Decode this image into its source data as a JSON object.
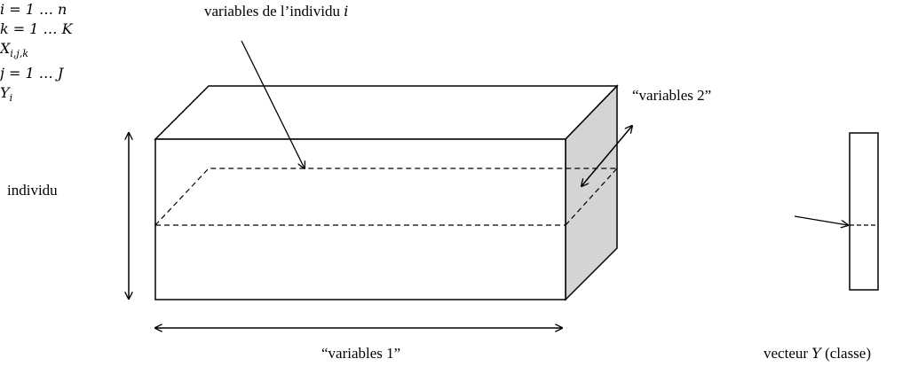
{
  "top_label": {
    "text": "variables de l’individu",
    "var": "i"
  },
  "individu": {
    "word": "individu",
    "range": "i = 1 … n"
  },
  "variables1": {
    "title": "“variables 1”",
    "range": "j = 1 … J"
  },
  "variables2": {
    "title": "“variables 2”",
    "range": "k = 1 … K"
  },
  "tensor": {
    "symbol": "X",
    "subscript": "i,j,k"
  },
  "vector": {
    "symbol": "Y",
    "subscript": "i",
    "caption_prefix": "vecteur",
    "caption_var": "Y",
    "caption_suffix": "(classe)"
  },
  "colors": {
    "stroke": "#000000",
    "side_face": "#d4d4d4",
    "background": "#ffffff"
  }
}
